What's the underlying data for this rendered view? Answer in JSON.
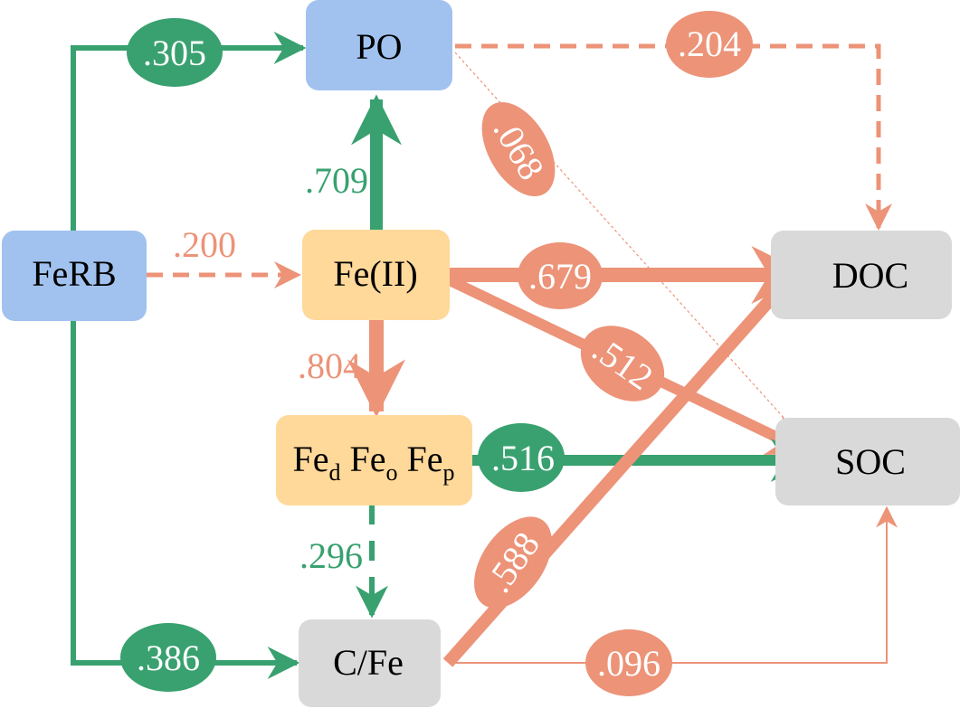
{
  "colors": {
    "positive": "#38A16F",
    "negative": "#EC9378",
    "node_blue": "#A1C2EF",
    "node_orange": "#FFD99A",
    "node_gray": "#D9D9D9",
    "text": "#000000",
    "label_on_ellipse": "#FFFFFF"
  },
  "nodes": [
    {
      "id": "FeRB",
      "label": "FeRB",
      "fill": "blue"
    },
    {
      "id": "PO",
      "label": "PO",
      "fill": "blue"
    },
    {
      "id": "FeII",
      "label": "Fe(II)",
      "fill": "orange"
    },
    {
      "id": "FeForms",
      "label": "Fe",
      "subscripts": [
        "d",
        "o",
        "p"
      ],
      "fill": "orange"
    },
    {
      "id": "CFe",
      "label": "C/Fe",
      "fill": "gray"
    },
    {
      "id": "DOC",
      "label": "DOC",
      "fill": "gray"
    },
    {
      "id": "SOC",
      "label": "SOC",
      "fill": "gray"
    }
  ],
  "edges": [
    {
      "from": "FeRB",
      "to": "PO",
      "coef": ".305",
      "sign": "positive",
      "style": "solid",
      "label_style": "ellipse"
    },
    {
      "from": "FeII",
      "to": "PO",
      "coef": ".709",
      "sign": "positive",
      "style": "solid",
      "label_style": "text"
    },
    {
      "from": "FeRB",
      "to": "FeII",
      "coef": ".200",
      "sign": "negative",
      "style": "dashed",
      "label_style": "text"
    },
    {
      "from": "PO",
      "to": "DOC",
      "coef": ".204",
      "sign": "negative",
      "style": "dashed",
      "label_style": "ellipse"
    },
    {
      "from": "PO",
      "to": "SOC",
      "coef": ".068",
      "sign": "negative",
      "style": "dotted",
      "label_style": "ellipse"
    },
    {
      "from": "FeII",
      "to": "DOC",
      "coef": ".679",
      "sign": "negative",
      "style": "solid",
      "label_style": "ellipse"
    },
    {
      "from": "FeII",
      "to": "SOC",
      "coef": ".512",
      "sign": "negative",
      "style": "solid",
      "label_style": "ellipse"
    },
    {
      "from": "FeII",
      "to": "FeForms",
      "coef": ".804",
      "sign": "negative",
      "style": "solid",
      "label_style": "text"
    },
    {
      "from": "FeForms",
      "to": "SOC",
      "coef": ".516",
      "sign": "positive",
      "style": "solid",
      "label_style": "ellipse"
    },
    {
      "from": "FeForms",
      "to": "CFe",
      "coef": ".296",
      "sign": "positive",
      "style": "dashed",
      "label_style": "text"
    },
    {
      "from": "FeRB",
      "to": "CFe",
      "coef": ".386",
      "sign": "positive",
      "style": "solid",
      "label_style": "ellipse"
    },
    {
      "from": "CFe",
      "to": "DOC",
      "coef": ".588",
      "sign": "negative",
      "style": "solid",
      "label_style": "ellipse"
    },
    {
      "from": "CFe",
      "to": "SOC",
      "coef": ".096",
      "sign": "negative",
      "style": "solid",
      "label_style": "ellipse"
    }
  ]
}
